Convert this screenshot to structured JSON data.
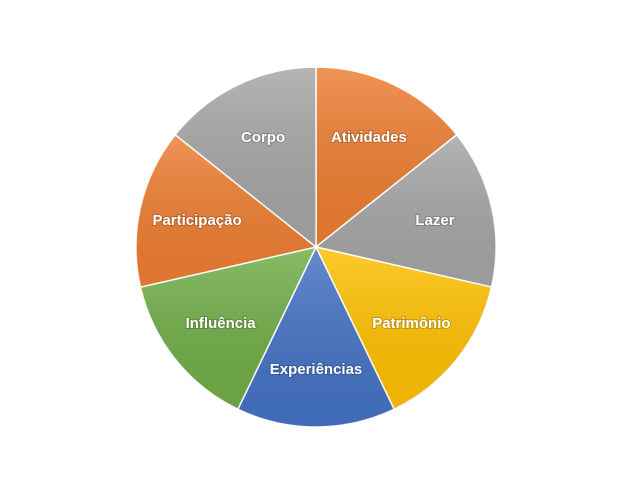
{
  "chart_data": {
    "type": "pie",
    "categories": [
      "Atividades",
      "Lazer",
      "Patrimônio",
      "Experiências",
      "Influência",
      "Participação",
      "Corpo"
    ],
    "values": [
      1,
      1,
      1,
      1,
      1,
      1,
      1
    ],
    "colors": [
      "#ED7D31",
      "#A5A5A5",
      "#FFC000",
      "#4472C4",
      "#70AD47",
      "#ED7D31",
      "#A5A5A5"
    ],
    "start_angle_deg": 0,
    "direction": "clockwise",
    "legend": "none",
    "data_labels": "category-name-inside"
  }
}
